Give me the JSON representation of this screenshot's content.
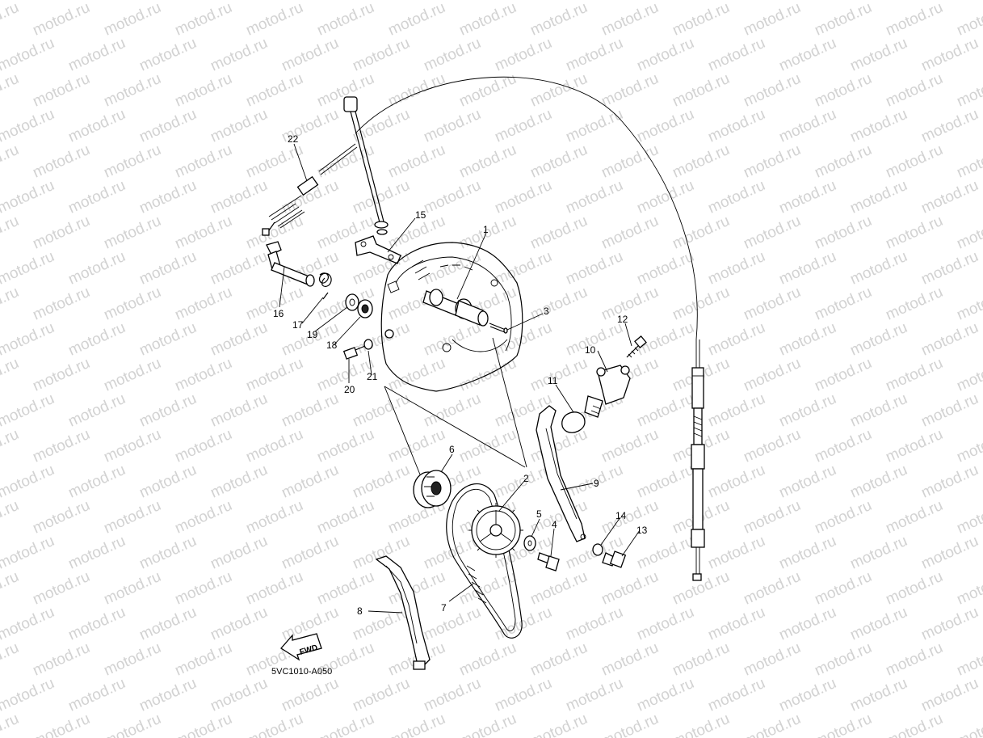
{
  "watermark": {
    "text": "motod.ru",
    "color": "#d2d2d2"
  },
  "diagram_code": "5VC1010-A050",
  "fwd_label": "FWD",
  "callouts": [
    {
      "id": "1",
      "label": "1"
    },
    {
      "id": "2",
      "label": "2"
    },
    {
      "id": "3",
      "label": "3"
    },
    {
      "id": "4",
      "label": "4"
    },
    {
      "id": "5",
      "label": "5"
    },
    {
      "id": "6",
      "label": "6"
    },
    {
      "id": "7",
      "label": "7"
    },
    {
      "id": "8",
      "label": "8"
    },
    {
      "id": "9",
      "label": "9"
    },
    {
      "id": "10",
      "label": "10"
    },
    {
      "id": "11",
      "label": "11"
    },
    {
      "id": "12",
      "label": "12"
    },
    {
      "id": "13",
      "label": "13"
    },
    {
      "id": "14",
      "label": "14"
    },
    {
      "id": "15",
      "label": "15"
    },
    {
      "id": "16",
      "label": "16"
    },
    {
      "id": "17",
      "label": "17"
    },
    {
      "id": "18",
      "label": "18"
    },
    {
      "id": "19",
      "label": "19"
    },
    {
      "id": "20",
      "label": "20"
    },
    {
      "id": "21",
      "label": "21"
    },
    {
      "id": "22",
      "label": "22"
    }
  ]
}
